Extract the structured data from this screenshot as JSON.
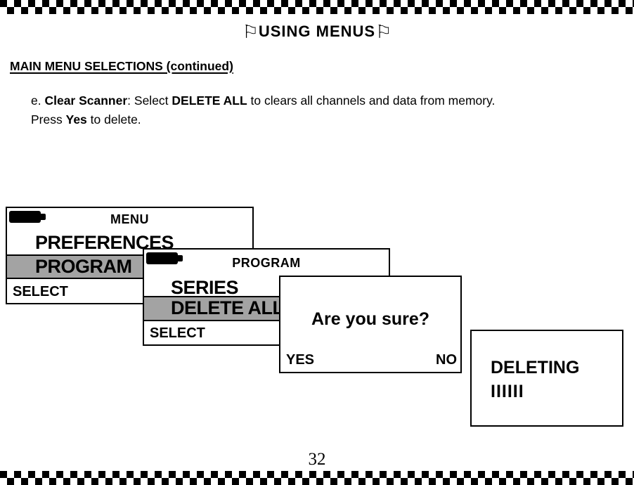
{
  "title": {
    "flag": "⚐",
    "text": "USING MENUS"
  },
  "section": {
    "heading": "MAIN MENU SELECTIONS (continued)"
  },
  "paragraph": {
    "prefix": "e. ",
    "term": "Clear Scanner",
    "sep": ": Select ",
    "keyword": "DELETE ALL",
    "rest": " to clears all channels and data from memory.",
    "line2_pre": "Press ",
    "line2_key": "Yes",
    "line2_post": " to delete."
  },
  "screens": {
    "menu": {
      "header": "MENU",
      "item1": "PREFERENCES",
      "item2": "PROGRAM",
      "softkey": "SELECT"
    },
    "program": {
      "header": "PROGRAM",
      "item1": "SERIES",
      "item2": "DELETE ALL",
      "softkey": "SELECT"
    },
    "confirm": {
      "message": "Are you sure?",
      "yes_label": "YES",
      "no_label": "NO"
    },
    "deleting": {
      "line1": "DELETING",
      "progress": "IIIIII"
    }
  },
  "page_number": "32",
  "colors": {
    "highlight": "#a3a3a3",
    "ink": "#000000",
    "paper": "#ffffff"
  }
}
